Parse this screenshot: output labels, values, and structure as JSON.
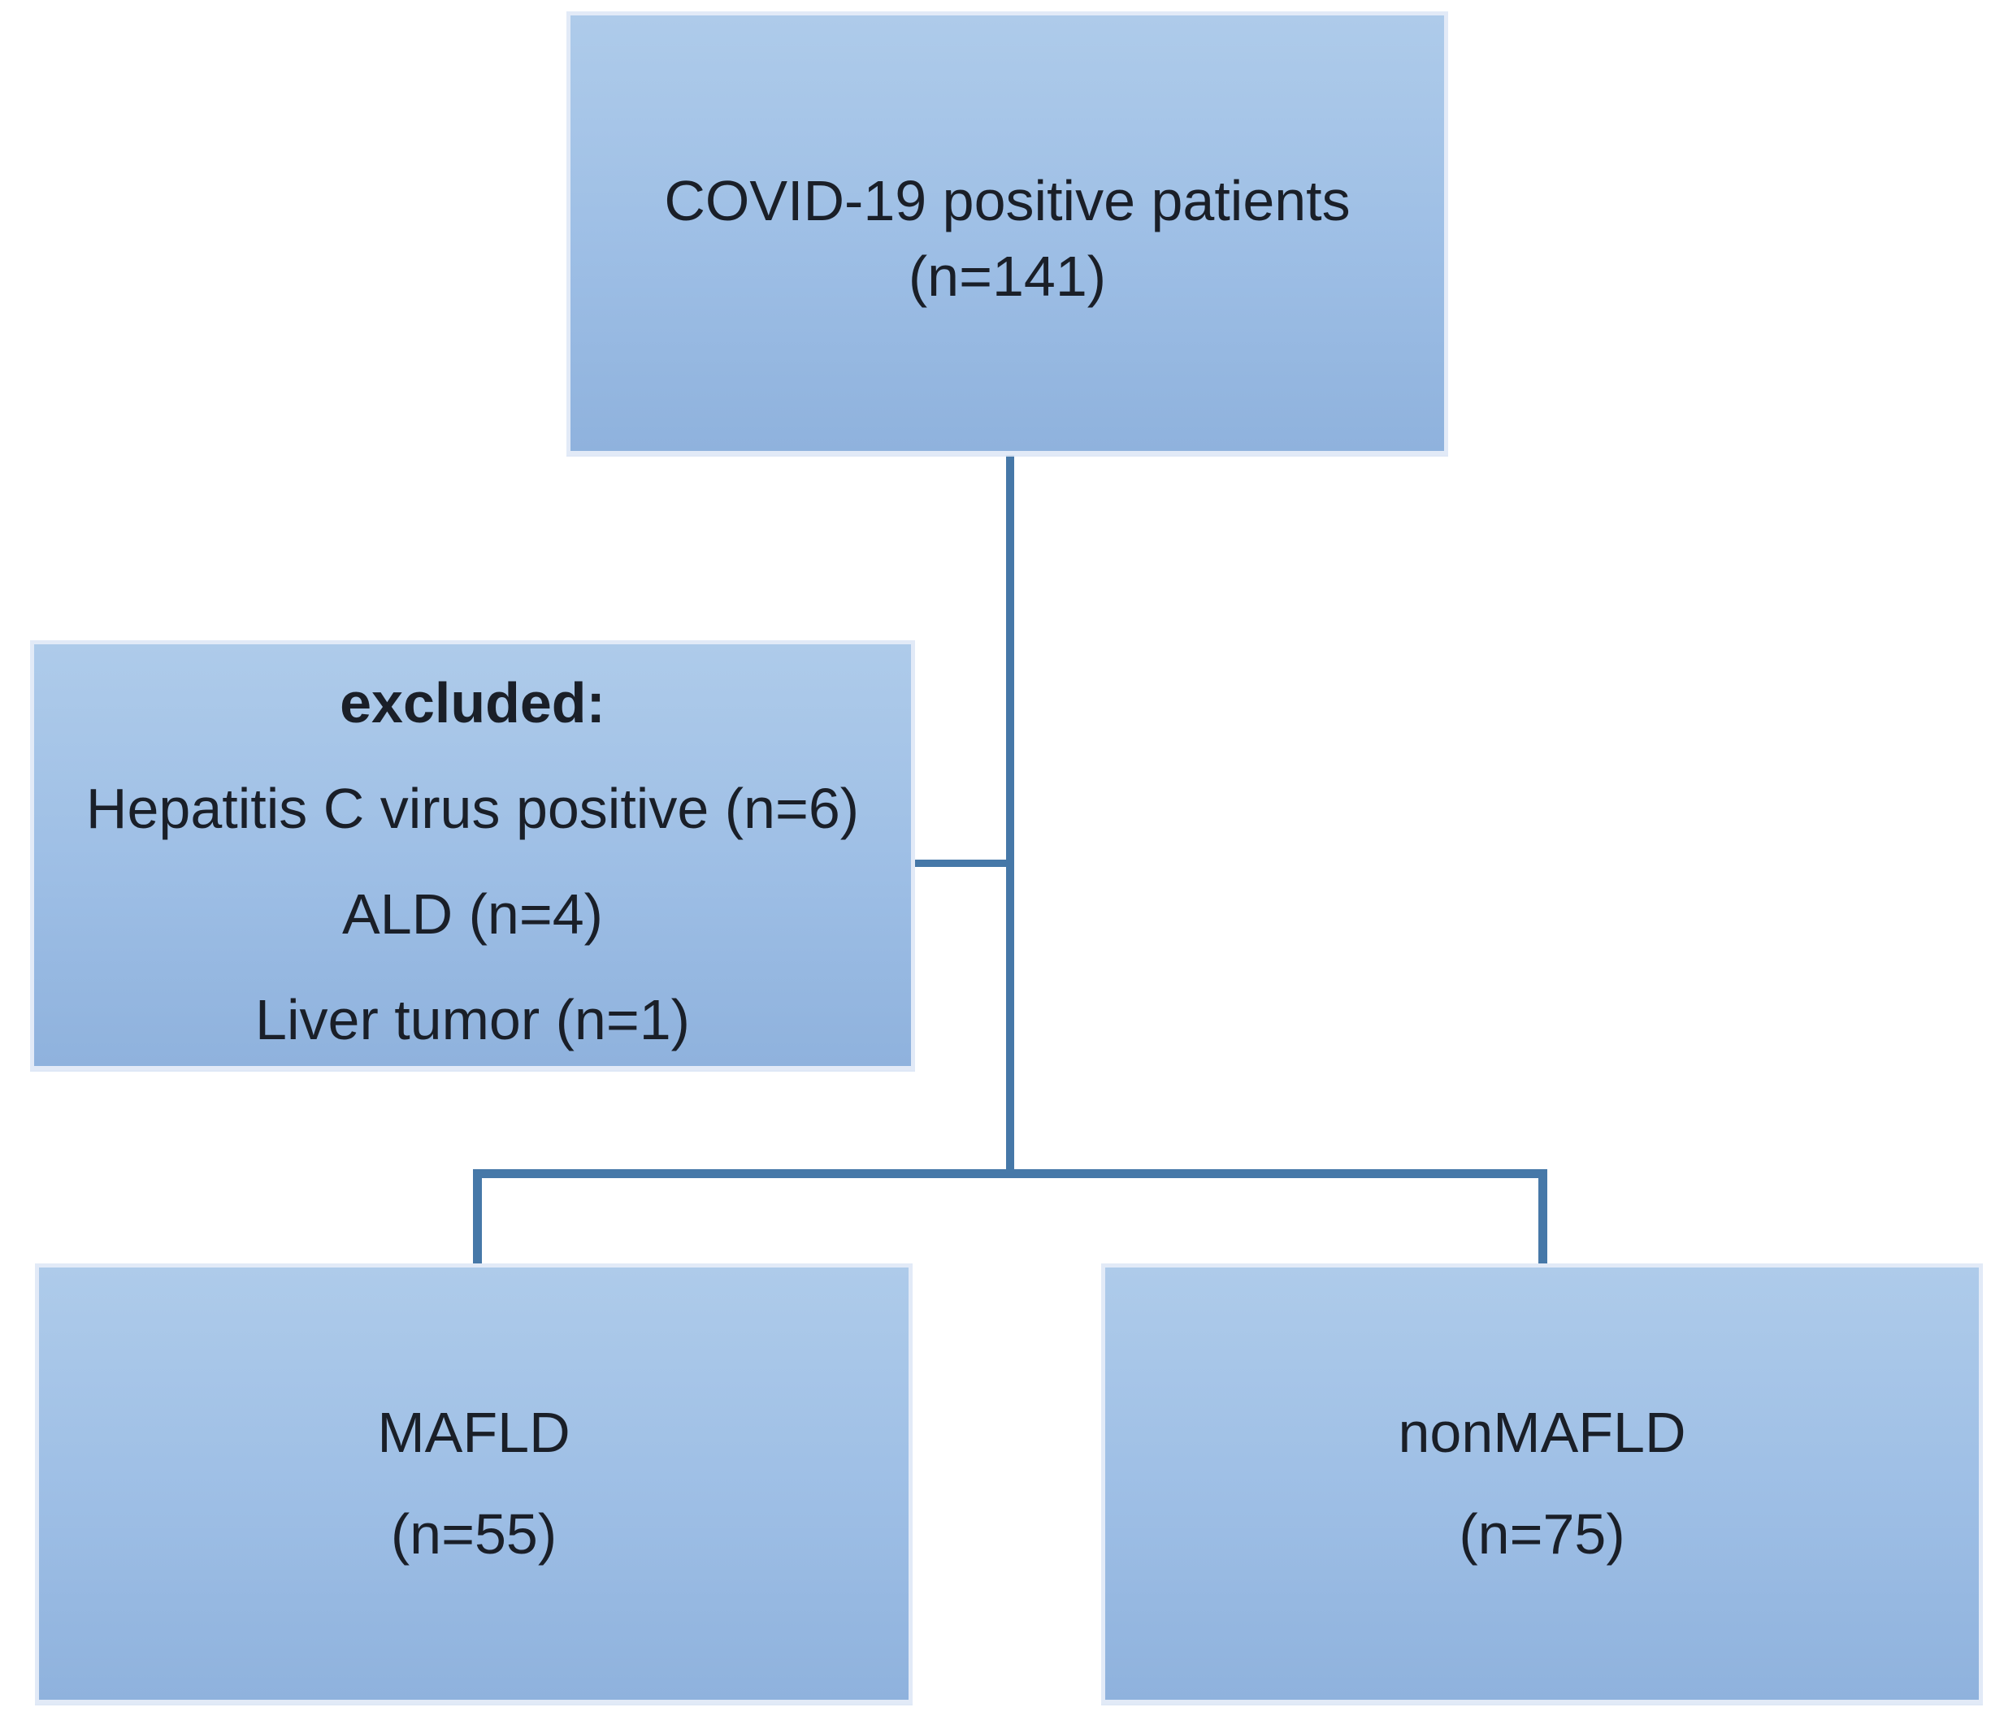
{
  "title": "COVID-19 MAFLD patient selection flowchart",
  "colors": {
    "box_fill_top": "#aecbea",
    "box_fill_mid": "#9dbee5",
    "box_fill_bottom": "#8fb2dd",
    "box_border": "#e2eaf7",
    "connector": "#4678a8",
    "text": "#1a1f28",
    "background": "#ffffff"
  },
  "nodes": {
    "root": {
      "line1": "COVID-19 positive patients",
      "line2": "(n=141)"
    },
    "excluded": {
      "title": "excluded:",
      "items": [
        "Hepatitis C virus positive (n=6)",
        "ALD (n=4)",
        "Liver tumor (n=1)"
      ]
    },
    "mafld": {
      "line1": "MAFLD",
      "line2": "(n=55)"
    },
    "nonmafld": {
      "line1": "nonMAFLD",
      "line2": "(n=75)"
    }
  }
}
